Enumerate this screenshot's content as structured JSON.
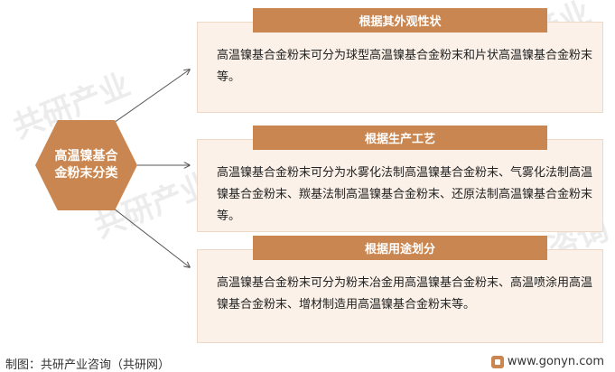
{
  "watermarks": [
    "共研产业",
    "共研产业",
    "共研产业",
    "产业咨询"
  ],
  "center_node": {
    "label": "高温镍基合金粉末分类"
  },
  "categories": [
    {
      "header": "根据其外观性状",
      "text": "高温镍基合金粉末可分为球型高温镍基合金粉末和片状高温镍基合金粉末等。"
    },
    {
      "header": "根据生产工艺",
      "text": "高温镍基合金粉末可分为水雾化法制高温镍基合金粉末、气雾化法制高温镍基合金粉末、羰基法制高温镍基合金粉末、还原法制高温镍基合金粉末等。"
    },
    {
      "header": "根据用途划分",
      "text": "高温镍基合金粉末可分为粉末冶金用高温镍基合金粉末、高温喷涂用高温镍基合金粉末、增材制造用高温镍基合金粉末等。"
    }
  ],
  "footer": {
    "source": "制图：共研产业咨询（共研网）",
    "website": "www.gonyn.com"
  },
  "colors": {
    "accent": "#c98650",
    "box_fill": "#fbf1e8",
    "connector": "#555555"
  }
}
